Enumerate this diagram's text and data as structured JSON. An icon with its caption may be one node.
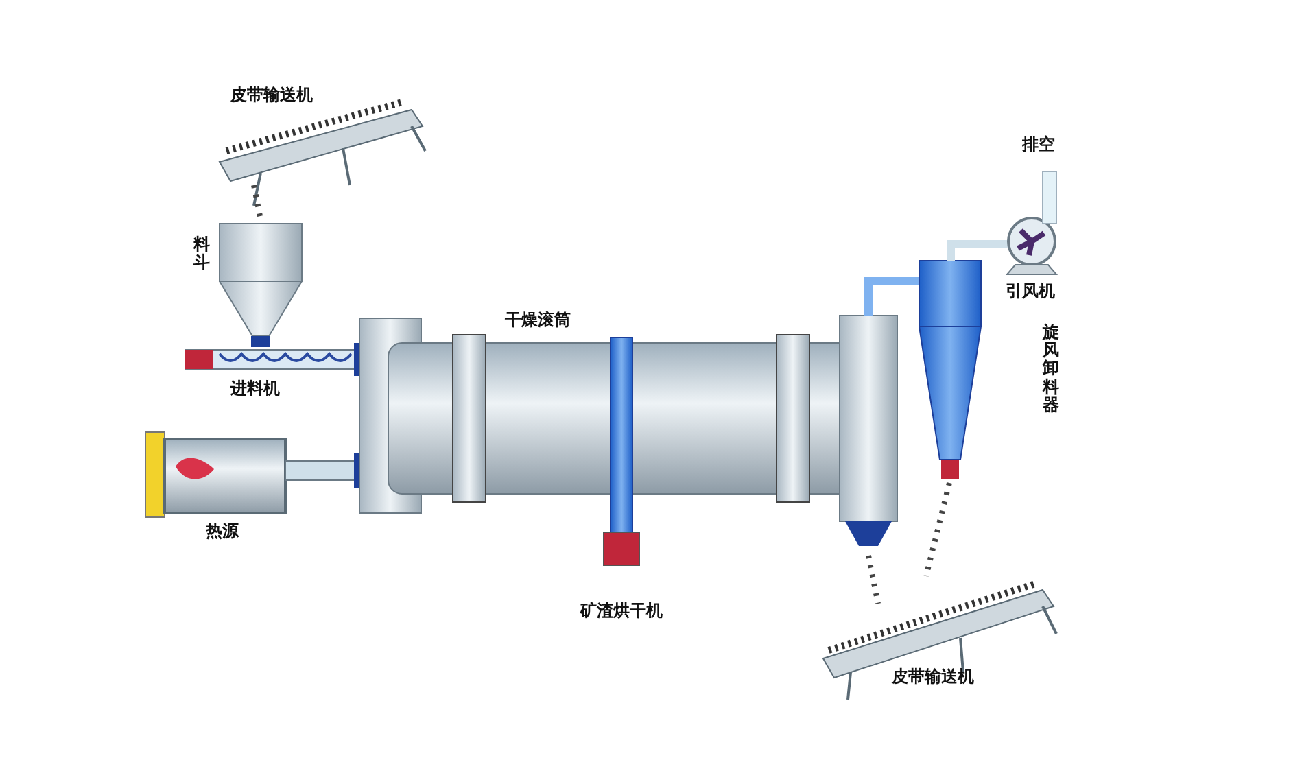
{
  "diagram": {
    "labels": [
      "皮带输送机",
      "排空",
      "料斗",
      "引风机",
      "干燥滚筒",
      "旋风卸料器",
      "进料机",
      "热源",
      "矿渣烘干机",
      "皮带输送机"
    ]
  }
}
